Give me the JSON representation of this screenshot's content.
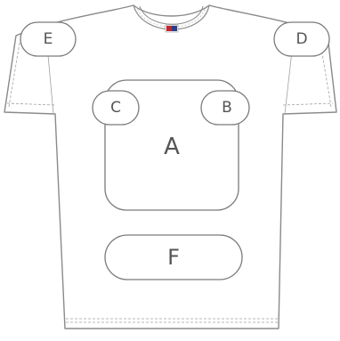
{
  "diagram": {
    "zones": [
      {
        "id": "A",
        "label": "A"
      },
      {
        "id": "B",
        "label": "B"
      },
      {
        "id": "C",
        "label": "C"
      },
      {
        "id": "D",
        "label": "D"
      },
      {
        "id": "E",
        "label": "E"
      },
      {
        "id": "F",
        "label": "F"
      }
    ]
  },
  "colors": {
    "outline": "#8a8a8a",
    "zone_stroke": "#7a7a7a",
    "label_fill": "#555555",
    "tag_red": "#c0282e",
    "tag_blue": "#2a3f8f"
  }
}
